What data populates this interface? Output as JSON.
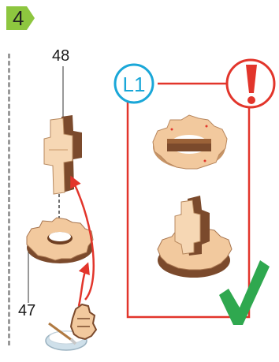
{
  "step": {
    "number": "4"
  },
  "parts": {
    "top_part": "48",
    "bottom_part": "47"
  },
  "callout": {
    "label": "L1"
  },
  "colors": {
    "step_green": "#8dc63f",
    "accent_red": "#e2352b",
    "label_blue": "#1aa7d8",
    "check_green": "#2fa84f",
    "wood_light": "#f6d7b4",
    "wood_dark": "#7b4a2c"
  },
  "icons": [
    "step-badge-icon",
    "warning-exclamation-icon",
    "check-mark-icon",
    "glue-bowl-icon"
  ]
}
